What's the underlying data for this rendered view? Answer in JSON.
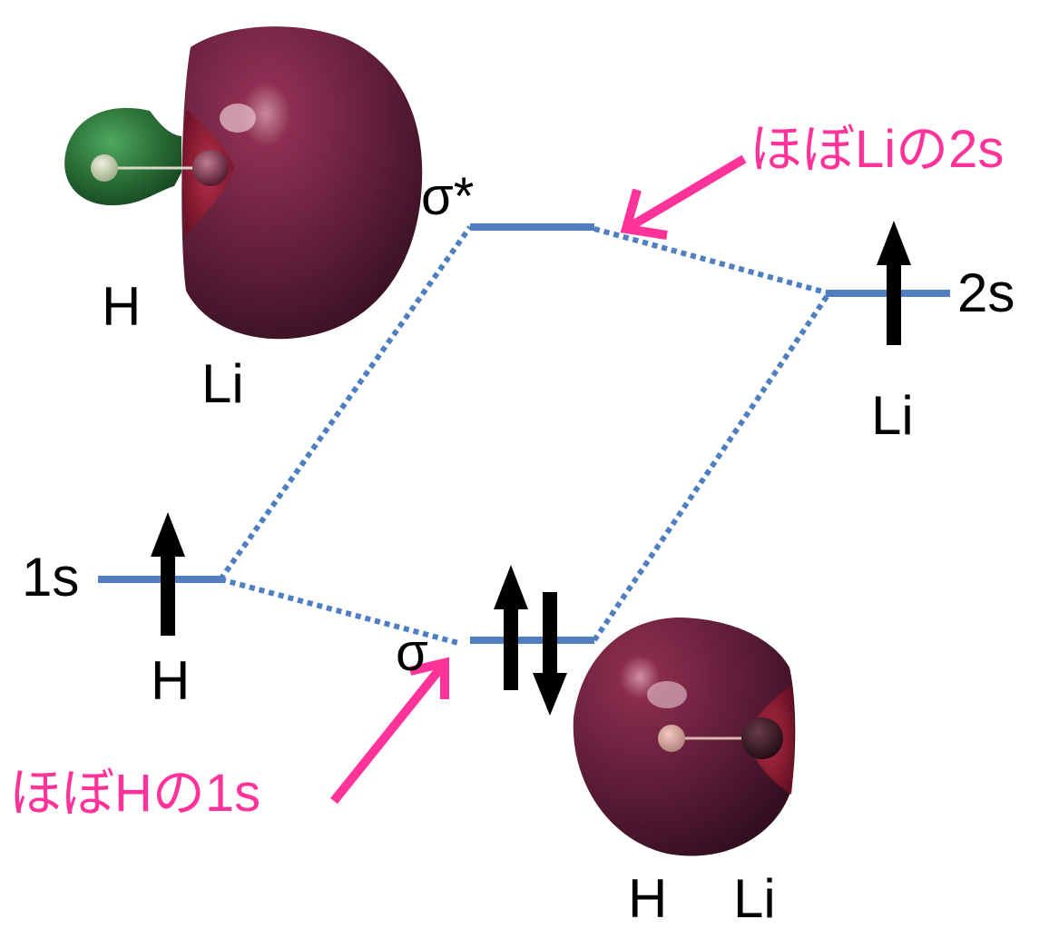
{
  "labels": {
    "sigma_star": "σ*",
    "sigma": "σ",
    "h_1s_orbital": "1s",
    "h_atom": "H",
    "li_2s_orbital": "2s",
    "li_atom": "Li",
    "top_mo_h": "H",
    "top_mo_li": "Li",
    "bottom_mo_h": "H",
    "bottom_mo_li": "Li"
  },
  "annotations": {
    "sigma_star_note": "ほぼLiの2s",
    "sigma_note": "ほぼHの1s"
  },
  "colors": {
    "level_line": "#4f7fbf",
    "connector": "#4f7fbf",
    "annotation": "#ff3399",
    "arrow": "#000000",
    "lobe_li": "#6b1f3a",
    "lobe_h": "#2d7a3a"
  },
  "electrons": {
    "h_1s": [
      "up"
    ],
    "li_2s": [
      "up"
    ],
    "sigma": [
      "up",
      "down"
    ],
    "sigma_star": []
  },
  "icons": {
    "electron_up": "arrow-up",
    "electron_down": "arrow-down"
  }
}
